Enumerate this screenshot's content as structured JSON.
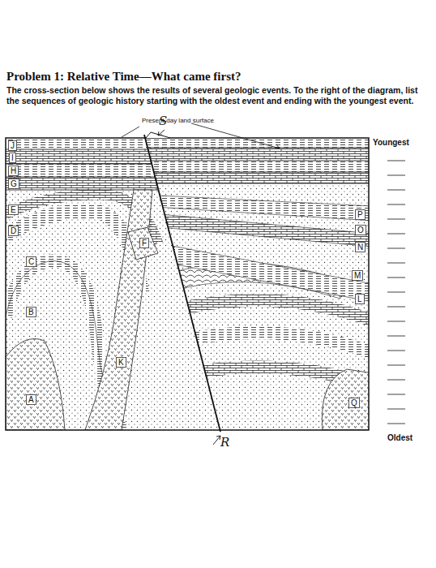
{
  "diagram": {
    "title": "Problem 1: Relative Time—What came first?",
    "caption": "The cross-section below shows the results of several geologic events. To the right of the diagram, list the sequences of geologic history starting with the oldest event and ending with the youngest event.",
    "labels": [
      "Present-day land surface",
      "S",
      "Youngest",
      "J",
      "I",
      "H",
      "G",
      "E",
      "D",
      "C",
      "B",
      "A",
      "K",
      "F",
      "P",
      "O",
      "N",
      "M",
      "L",
      "Q",
      "R",
      "Oldest"
    ]
  }
}
